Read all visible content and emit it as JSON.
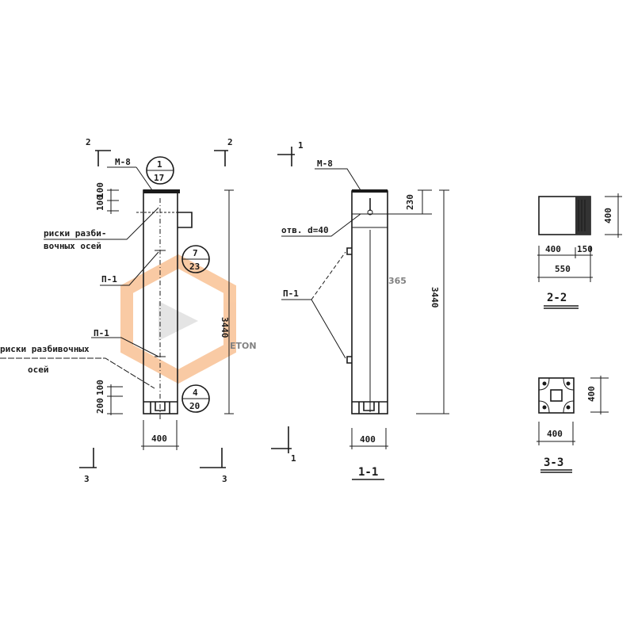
{
  "watermark": {
    "brand_top": "365",
    "brand_main": "ETON",
    "accent_color": "#f5a05a",
    "gray_color": "#cfcfcf"
  },
  "elevation": {
    "section_mark_2": "2",
    "section_mark_3": "3",
    "plate_label": "М-8",
    "callout_top": {
      "top": "1",
      "bottom": "17"
    },
    "callout_mid": {
      "top": "7",
      "bottom": "23"
    },
    "callout_bottom": {
      "top": "4",
      "bottom": "20"
    },
    "axis_marks_label_1": "риски разби-",
    "axis_marks_label_2": "вочных осей",
    "loop_label_1": "П-1",
    "loop_label_2": "П-1",
    "axis_marks_bottom_1": "риски разбивочных",
    "axis_marks_bottom_2": "осей",
    "dim_top_1": "100",
    "dim_top_2": "100",
    "dim_bottom_1": "100",
    "dim_bottom_2": "200",
    "dim_height": "3440",
    "dim_width": "400"
  },
  "section_1_1": {
    "section_mark": "1",
    "plate_label": "М-8",
    "hole_label": "отв. d=40",
    "loop_label": "П-1",
    "dim_top": "230",
    "dim_height": "3440",
    "dim_width": "400",
    "title": "1-1"
  },
  "section_2_2": {
    "dim_height": "400",
    "dim_a": "400",
    "dim_b": "150",
    "dim_total": "550",
    "title": "2-2"
  },
  "section_3_3": {
    "dim_height": "400",
    "dim_width": "400",
    "title": "3-3"
  }
}
